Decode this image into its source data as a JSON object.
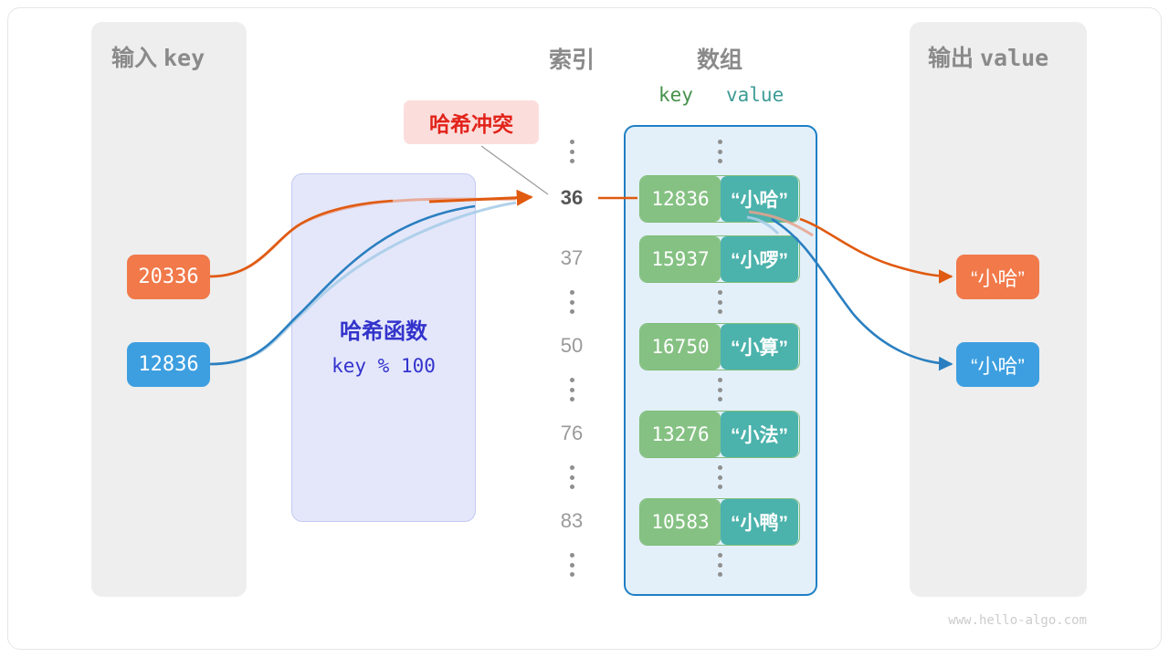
{
  "panels": {
    "input": {
      "title_cn": "输入",
      "title_mono": "key"
    },
    "output": {
      "title_cn": "输出",
      "title_mono": "value"
    }
  },
  "headings": {
    "index": "索引",
    "array": "数组",
    "key": "key",
    "value": "value"
  },
  "collision": {
    "label": "哈希冲突"
  },
  "hash_function": {
    "title": "哈希函数",
    "formula": "key % 100"
  },
  "inputs": [
    {
      "value": "20336",
      "color": "#f1794a"
    },
    {
      "value": "12836",
      "color": "#3d9fe0"
    }
  ],
  "outputs": [
    {
      "value": "“小哈”",
      "color": "#f1794a"
    },
    {
      "value": "“小哈”",
      "color": "#3d9fe0"
    }
  ],
  "indices": [
    {
      "label": "36",
      "highlighted": true
    },
    {
      "label": "37",
      "highlighted": false
    },
    {
      "label": "50",
      "highlighted": false
    },
    {
      "label": "76",
      "highlighted": false
    },
    {
      "label": "83",
      "highlighted": false
    }
  ],
  "cells": [
    {
      "key": "12836",
      "value": "“小哈”"
    },
    {
      "key": "15937",
      "value": "“小啰”"
    },
    {
      "key": "16750",
      "value": "“小算”"
    },
    {
      "key": "13276",
      "value": "“小法”"
    },
    {
      "key": "10583",
      "value": "“小鸭”"
    }
  ],
  "colors": {
    "key_cell": "#85c183",
    "value_cell": "#4bb2ac",
    "array_border": "#1f7fc4",
    "array_fill": "#e3f0fa",
    "orange": "#f1794a",
    "blue": "#3d9fe0",
    "collision_text": "#e2231a",
    "collision_bg": "#fbdedc",
    "hash_text": "#3333cc",
    "hash_bg": "#e4e7fa",
    "panel_bg": "#eeeeee"
  },
  "watermark": "www.hello-algo.com"
}
